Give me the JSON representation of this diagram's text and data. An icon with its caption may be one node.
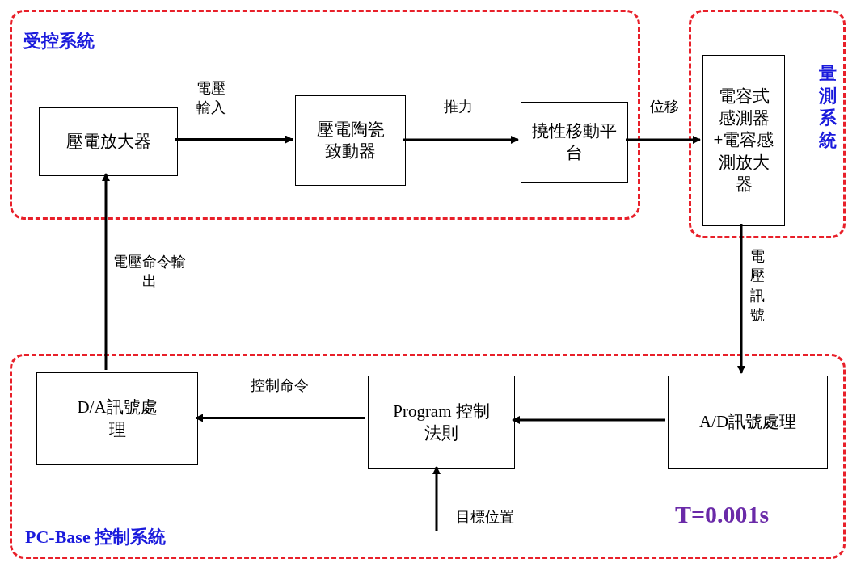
{
  "diagram": {
    "nodes": [
      {
        "text": [
          "受控系統"
        ]
      },
      {
        "text": [
          "壓電放大器"
        ],
        "in": 0
      },
      {
        "text": [
          "壓電陶瓷致動器"
        ],
        "in": 0
      },
      {
        "text": [
          "撓性移動平台"
        ],
        "in": 0
      },
      {
        "text": [
          "量測系統"
        ]
      },
      {
        "text": [
          "電容式感測器+電容感測放大器"
        ],
        "in": 4
      },
      {
        "text": [
          "PC-Base 控制系統"
        ]
      },
      {
        "text": [
          "D/A訊號處理"
        ],
        "in": 6
      },
      {
        "text": [
          "Program 控制法則"
        ],
        "in": 6
      },
      {
        "text": [
          "A/D訊號處理"
        ],
        "in": 6
      }
    ],
    "edges": [
      {
        "from": 1,
        "to": 2,
        "arrow": "to",
        "label": "電壓輸入"
      },
      {
        "from": 2,
        "to": 3,
        "arrow": "to",
        "label": "推力"
      },
      {
        "from": 3,
        "to": 5,
        "arrow": "to",
        "label": "位移"
      },
      {
        "from": 5,
        "to": 9,
        "arrow": "to",
        "label": "電壓訊號"
      },
      {
        "from": 9,
        "to": 8,
        "arrow": "to"
      },
      {
        "from": 8,
        "to": 7,
        "arrow": "to",
        "label": "控制命令"
      },
      {
        "from": 7,
        "to": 1,
        "arrow": "to",
        "label": "電壓命令輸出"
      },
      {
        "from": null,
        "to": 8,
        "arrow": "to",
        "label": "目標位置"
      }
    ],
    "labels": [
      "T=0.001s"
    ]
  }
}
